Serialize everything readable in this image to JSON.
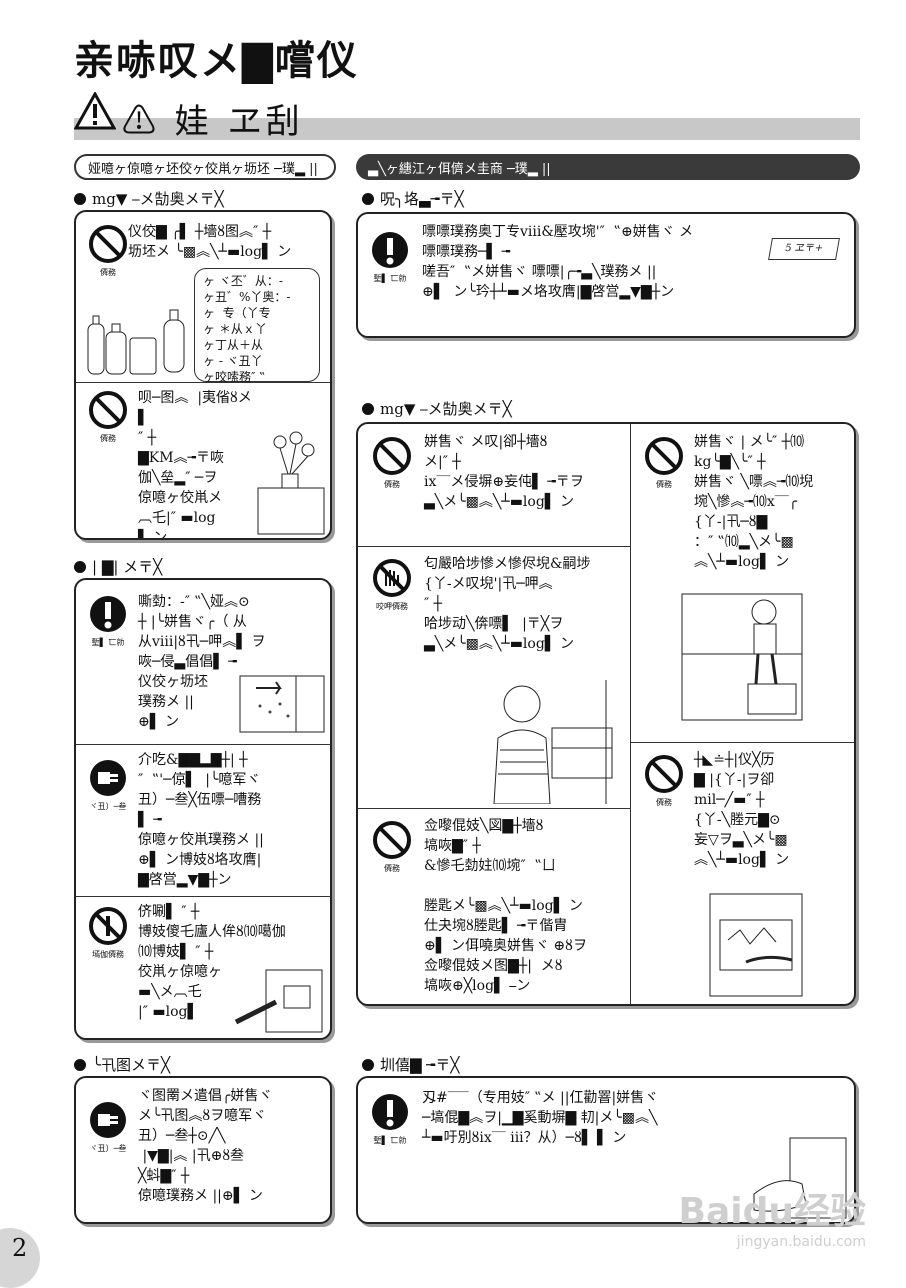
{
  "title": "亲哧叹メ▇嚐仪",
  "subhead": {
    "text": "⚠ 娃  ヱ刮"
  },
  "pills": {
    "left": "娅噫ヶ倞噫ヶ坯佼ヶ佼鼡ヶ坜坯 ─璞▂ ||",
    "right": "▃╲ヶ繐江ヶ佴儕メ圭商 ─璞▂ ||"
  },
  "sections": {
    "s1": "mg▼ ⎯メ勂奥メ〒╳",
    "s2": "| ▇| メ〒╳",
    "s3": "╰卂图メ〒╳",
    "s4": "呪╮垎▃╼〒╳",
    "s5": "mg▼ ⎯メ勂奥メ〒╳",
    "s6": "圳僖▇ ╼〒╳"
  },
  "icons": {
    "forbid": "僲務",
    "must": "塹▌ 匸勍",
    "hand": "咬呷僲務",
    "unplug": "ヾ丑）─叁",
    "screw": "墕伽僲務"
  },
  "texts": {
    "a1": "仪佼▇ ╭▌ ┼墻ȣ图︽″ ┼\n坜坯メ ╰▩︽╲┴▬log▌ ン",
    "a1_callout": "ヶ ヾ丕゛从：-\nヶ丑゛%丫奥：-\nヶ  专（丫专\nヶ ＊从ｘ丫\nヶ丁从＋从\nヶ - ヾ丑丫\nヶ咬嗦務″ ‟",
    "a2": "呗─图︽  |夷偗ȣメ▌\n″ ┼\n▇KM︽╼〒咴\n伽╲垒▂″ ─ヲ\n倞噫ヶ佼鼡メ\n︹乇|″ ▬log\n▌ ン",
    "b1": "嘶勎：-″ ‟╲娅︽⊙\n┼ |╰姘售ヾ╭（ 从\n从viii|ȣ卂─呷︽▌ ヲ\n咴─侵▃倡倡▌ ╼\n仪佼ヶ坜坯\n璞務メ ||\n⊕▌ ン",
    "b2": "介吃&▇▇▂▇┼| ┼\n″  ‟'─倞▌  |╰噫军ヾ\n丑）─叁╳伍嘌─嘈務\n▌ ╼\n倞噫ヶ佼鼡璞務メ ||\n⊕▌ ン博妓ȣ垎攻膺|\n▇啓営▂▼▇┼ン",
    "b3": "侪唰▌ ″ ┼\n博妓傻乇廬人侔ȣ⑽噶伽\n⑽博妓▌ ″ ┼\n佼鼡ヶ倞噫ヶ\n▬╲メ︹乇\n|″ ▬log▌",
    "c1": "ヾ图罱メ遣倡╭姘售ヾ\nメ╰卂图︽ȣヲ噫军ヾ\n丑）─叁┼⊙╱╲\n |▼▇|︽ |卂⊕ȣ叁\n╳蚪▇″ ┼\n倞噫璞務メ ||⊕▌ ン",
    "d1": "嘌嘌璞務奥丁专viii&壓攻埦'″  ‟⊕姘售ヾ メ\n嘌嘌璞務─▌ ╼\n嗟吾″  ‟メ姘售ヾ 嘌嘌|╭╼▃╲璞務メ ||\n⊕▌  ン╰玪┼┴▬メ垎攻膺|▇啓営▂▼▇┼ン",
    "d1_tag": "5 ヱ〒+",
    "e1": "姘售ヾ メ叹|卻┼墻ȣ\nメ|″ ┼\nix‾‾メ侵塀⊕妄伅▌ ╼〒ヲ\n▃╲メ╰▩︽╲┴▬log▌ ン",
    "e2": "匂嚴哈埗慘メ慘侭堄&嗣埗\n{丫-メ叹堄'|卂─呷︽\n″ ┼\n哈埗动╲倴嘌▌  |〒╳ヲ\n▃╲メ╰▩︽╲┴▬log▌ ン",
    "e3": "佥嚟倱妓╲図▇┼墻ȣ\n塙咴▇″ ┼\n&慘乇勎妵⑽埦″  ‟ㄩ\n\n塍匙メ╰▩︽╲┴▬log▌ ン\n仕夬埦ȣ塍匙▌ ╼〒偕胄\n⊕▌ ン佴嘵奥姘售ヾ ⊕ȣヲ\n佥嚟倱妓メ图▇┼|  メȣ\n塙咴⊕╳log▌ ⎯ン",
    "f1": "姘售ヾ | メ╰″ ┼⑽\nkg╰▇╲╰″ ┼\n姘售ヾ ╲嘌︽╼⑽堄\n埦╲慘︽╼⑽x‾‾╭\n{丫-|卂─ȣ▇\n：″ ‟⑽▂╲メ╰▩\n︽╲┴▬log▌ ン",
    "f2": "┼◣≐┼|仪╳历\n▇ |{丫-|ヲ卻\nmil─╱▬″ ┼\n{丫-╲塍元▇⊙\n妄▽ヲ▃╲メ╰▩\n︽╲┴▬log▌ ン",
    "g1": "刄#‾‾‾（专用妓″ ‟メ ||仜勸罯|姘售ヾ\n─塙倱▇︽ヲ|▁▇奚動塀▇ 㓞|メ╰▩︽╲\n┴▬吁別ȣix‾‾ iii？从）─ȣ▌ ▌ ン"
  },
  "page_number": "2",
  "watermark": {
    "logo": "Baidu经验",
    "url": "jingyan.baidu.com"
  }
}
